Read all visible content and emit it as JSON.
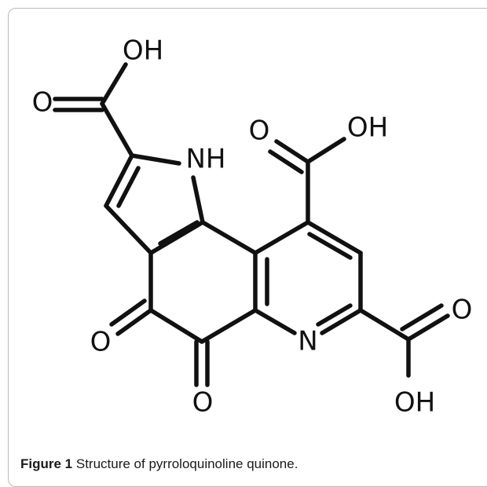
{
  "figure": {
    "caption_label": "Figure 1",
    "caption_text": "Structure of pyrroloquinoline quinone",
    "caption_period": "."
  },
  "atoms": {
    "oh_top_left": "OH",
    "o_top_left": "O",
    "nh": "NH",
    "o_top_right": "O",
    "oh_top_right": "OH",
    "n_ring": "N",
    "o_bottom_left": "O",
    "o_bottom_mid": "O",
    "o_bottom_right": "O",
    "oh_bottom_right": "OH"
  }
}
